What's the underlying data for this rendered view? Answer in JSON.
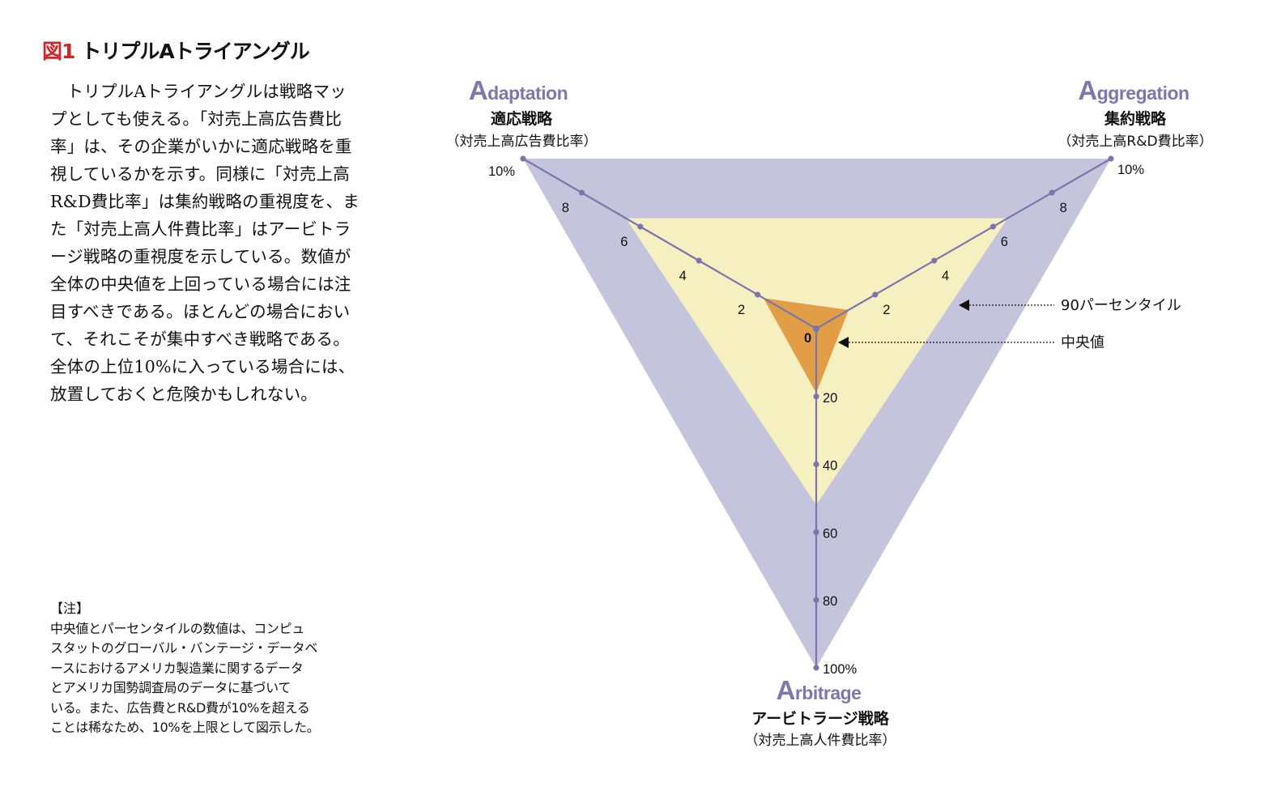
{
  "figure": {
    "number": "図1",
    "title": "トリプルAトライアングル"
  },
  "body_text": "トリプルAトライアングルは戦略マップとしても使える。「対売上高広告費比率」は、その企業がいかに適応戦略を重視しているかを示す。同様に「対売上高R&D費比率」は集約戦略の重視度を、また「対売上高人件費比率」はアービトラージ戦略の重視度を示している。数値が全体の中央値を上回っている場合には注目すべきである。ほとんどの場合において、それこそが集中すべき戦略である。全体の上位10%に入っている場合には、放置しておくと危険かもしれない。",
  "note": {
    "heading": "【注】",
    "lines": [
      "中央値とパーセンタイルの数値は、コンピュ",
      "スタットのグローバル・バンテージ・データベ",
      "ースにおけるアメリカ製造業に関するデータ",
      "とアメリカ国勢調査局のデータに基づいて",
      "いる。また、広告費とR&D費が10%を超える",
      "ことは稀なため、10%を上限として図示した。"
    ]
  },
  "vertices": {
    "adaptation": {
      "en_initial": "A",
      "en_rest": "daptation",
      "jp": "適応戦略",
      "metric": "（対売上高広告費比率）"
    },
    "aggregation": {
      "en_initial": "A",
      "en_rest": "ggregation",
      "jp": "集約戦略",
      "metric": "（対売上高R&D費比率）"
    },
    "arbitrage": {
      "en_initial": "A",
      "en_rest": "rbitrage",
      "jp": "アービトラージ戦略",
      "metric": "（対売上高人件費比率）"
    }
  },
  "callouts": {
    "percentile90": "90パーセンタイル",
    "median": "中央値"
  },
  "colors": {
    "outer": "#c4c5dc",
    "p90": "#f6f0c0",
    "median": "#e29e47",
    "axis": "#7b75ad"
  },
  "chart_data": {
    "type": "radar",
    "axes": [
      {
        "name": "Adaptation",
        "max": 10,
        "ticks": [
          2,
          4,
          6,
          8,
          10
        ],
        "tick_labels": [
          "2",
          "4",
          "6",
          "8",
          "10%"
        ]
      },
      {
        "name": "Aggregation",
        "max": 10,
        "ticks": [
          2,
          4,
          6,
          8,
          10
        ],
        "tick_labels": [
          "2",
          "4",
          "6",
          "8",
          "10%"
        ]
      },
      {
        "name": "Arbitrage",
        "max": 100,
        "ticks": [
          20,
          40,
          60,
          80,
          100
        ],
        "tick_labels": [
          "20",
          "40",
          "60",
          "80",
          "100%"
        ]
      }
    ],
    "center_label": "0",
    "series": [
      {
        "name": "90パーセンタイル",
        "values": [
          6.5,
          6.5,
          52
        ]
      },
      {
        "name": "中央値",
        "values": [
          1.8,
          1.1,
          19
        ]
      }
    ]
  }
}
